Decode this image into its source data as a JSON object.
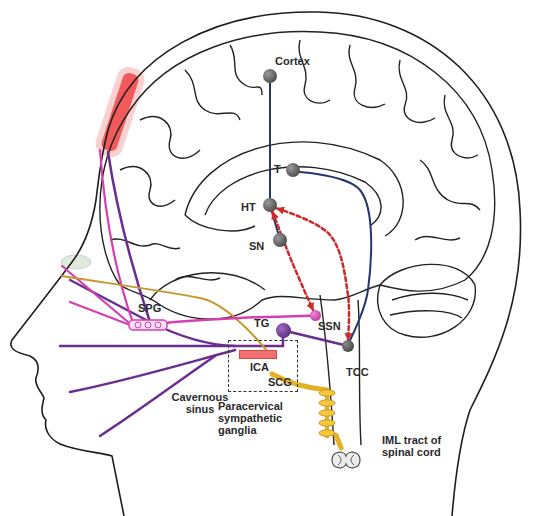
{
  "diagram": {
    "nodes": [
      {
        "text": [
          "Cortex"
        ]
      },
      {
        "text": [
          "T"
        ]
      },
      {
        "text": [
          "HT"
        ]
      },
      {
        "text": [
          "SN"
        ]
      },
      {
        "text": [
          "SPG"
        ]
      },
      {
        "text": [
          "SSN"
        ]
      },
      {
        "text": [
          "TG"
        ]
      },
      {
        "text": [
          "TCC"
        ]
      },
      {
        "text": [
          "Cavernous sinus"
        ]
      },
      {
        "text": [
          "ICA"
        ],
        "in": 8
      },
      {
        "text": [
          "Paracervical sympathetic ganglia"
        ]
      },
      {
        "text": [
          "IML tract of spinal cord"
        ]
      }
    ],
    "edges": [
      {
        "from": 0,
        "to": 2,
        "arrow": "none"
      },
      {
        "from": 2,
        "to": 3,
        "arrow": "none"
      },
      {
        "from": 1,
        "to": 7,
        "arrow": "none"
      },
      {
        "from": 2,
        "to": 5,
        "arrow": "both"
      },
      {
        "from": 2,
        "to": 7,
        "arrow": "both"
      },
      {
        "from": 5,
        "to": 4,
        "arrow": "none"
      },
      {
        "from": 6,
        "to": 7,
        "arrow": "none"
      },
      {
        "from": 11,
        "to": 10,
        "arrow": "none"
      }
    ],
    "labels": [
      "SCG"
    ]
  }
}
